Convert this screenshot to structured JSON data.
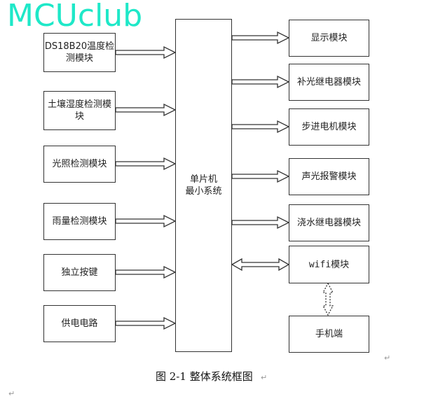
{
  "inputs": [
    "DS18B20温度检测模块",
    "土壤湿度检测模块",
    "光照检测模块",
    "雨量检测模块",
    "独立按键",
    "供电电路"
  ],
  "center": "单片机\n最小系统",
  "outputs": [
    "显示模块",
    "补光继电器模块",
    "步进电机模块",
    "声光报警模块",
    "浇水继电器模块",
    "wifi模块"
  ],
  "phone": "手机端",
  "caption": "图 2-1 整体系统框图",
  "watermark": "MCUclub",
  "paragraph_mark": "↵"
}
